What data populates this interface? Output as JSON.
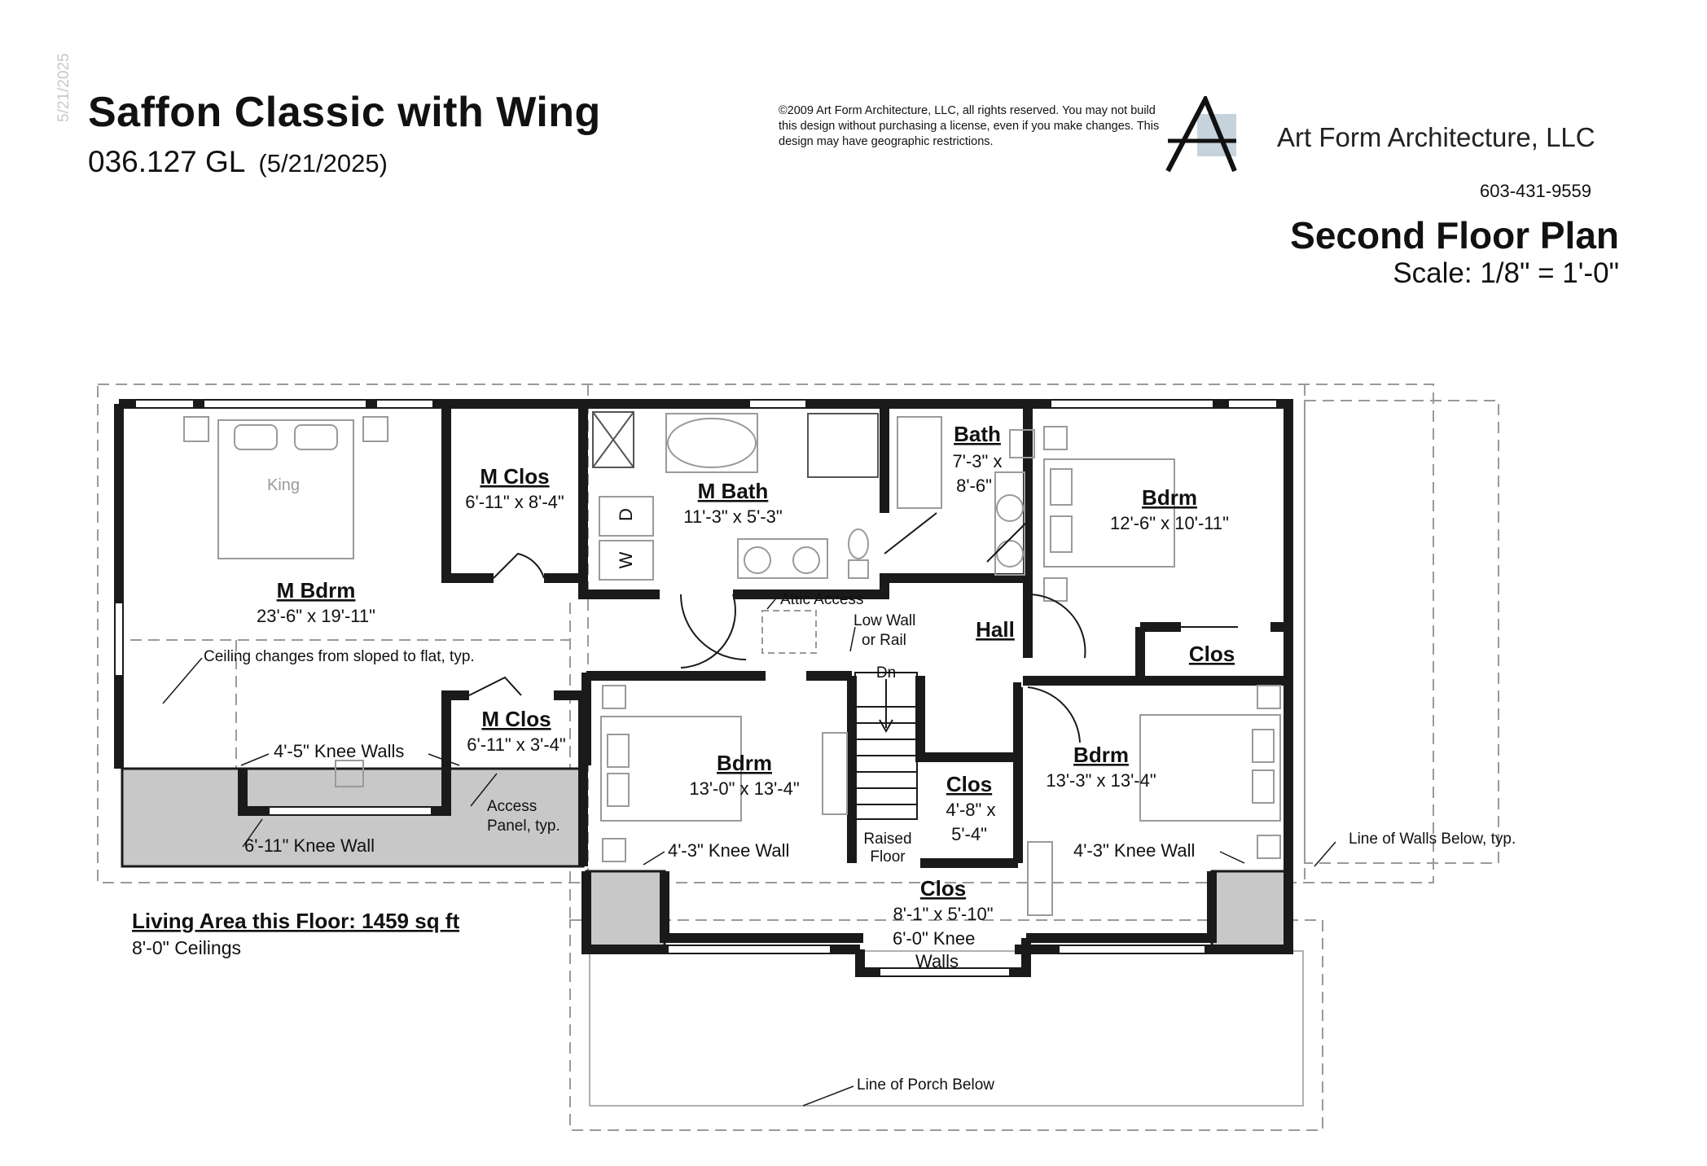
{
  "header": {
    "title": "Saffon Classic with Wing",
    "plan_code": "036.127 GL",
    "plan_date": "(5/21/2025)",
    "vertical_date": "5/21/2025",
    "copyright": "©2009 Art Form Architecture, LLC, all rights reserved. You may not build this design without purchasing a license, even if you make changes. This design may have geographic restrictions.",
    "firm_name": "Art Form Architecture, LLC",
    "phone": "603-431-9559",
    "sheet_title": "Second Floor Plan",
    "scale": "Scale: 1/8\" = 1'-0\""
  },
  "rooms": [
    {
      "name": "M Bdrm",
      "dims": "23'-6\" x 19'-11\""
    },
    {
      "name": "M Clos",
      "dims": "6'-11\" x 8'-4\""
    },
    {
      "name": "M Bath",
      "dims": "11'-3\" x 5'-3\""
    },
    {
      "name": "Bath",
      "dims_line1": "7'-3\" x",
      "dims_line2": "8'-6\""
    },
    {
      "name": "Bdrm",
      "dims": "12'-6\" x 10'-11\""
    },
    {
      "name": "Hall"
    },
    {
      "name": "Clos"
    },
    {
      "name": "M Clos",
      "dims": "6'-11\" x 3'-4\""
    },
    {
      "name": "Bdrm",
      "dims": "13'-0\" x 13'-4\""
    },
    {
      "name": "Clos",
      "dims_line1": "4'-8\" x",
      "dims_line2": "5'-4\""
    },
    {
      "name": "Bdrm",
      "dims": "13'-3\" x 13'-4\""
    },
    {
      "name": "Clos",
      "dims": "8'-1\" x 5'-10\""
    }
  ],
  "fixtures": {
    "bed_label": "King",
    "dryer": "D",
    "washer": "W",
    "stair": "Dn"
  },
  "notes": {
    "attic_access": "Attic Access",
    "low_wall_1": "Low Wall",
    "low_wall_2": "or Rail",
    "ceiling_changes": "Ceiling changes from sloped to flat, typ.",
    "knee_walls_445": "4'-5\" Knee Walls",
    "knee_wall_611": "6'-11\" Knee Wall",
    "access_panel_1": "Access",
    "access_panel_2": "Panel, typ.",
    "knee_wall_43_left": "4'-3\" Knee Wall",
    "knee_wall_43_right": "4'-3\" Knee Wall",
    "raised_floor_1": "Raised",
    "raised_floor_2": "Floor",
    "knee_walls_60_1": "6'-0\" Knee",
    "knee_walls_60_2": "Walls",
    "line_walls_below": "Line of Walls Below, typ.",
    "line_porch_below": "Line of Porch Below"
  },
  "summary": {
    "living_area": "Living Area this Floor: 1459 sq ft",
    "ceilings": "8'-0\" Ceilings"
  },
  "colors": {
    "wall_fill": "#9a9a9a",
    "wall_stroke": "#1a1a1a",
    "knee_space": "#c8c8c8",
    "logo_square": "#c6d3dc",
    "dashed": "#9a9a9a"
  }
}
